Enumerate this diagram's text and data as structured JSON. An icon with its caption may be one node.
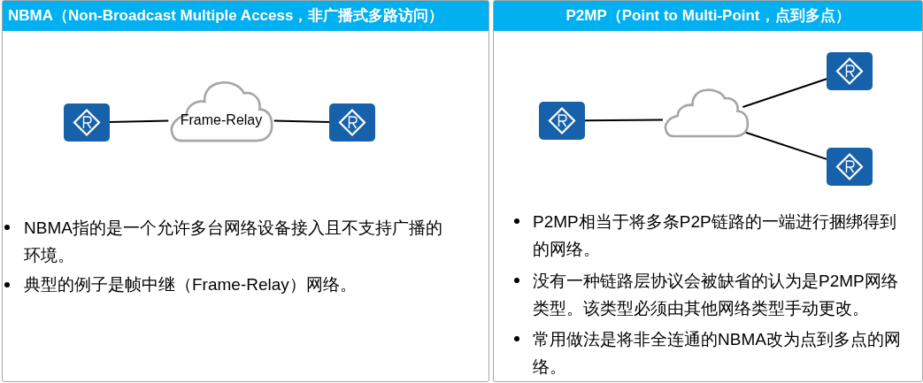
{
  "diagram": {
    "nodes": [
      {
        "text": [
          "NBMA（Non-Broadcast Multiple Access，非广播式多路访问）",
          "NBMA指的是一个允许多台网络设备接入且不支持广播的环境。",
          "典型的例子是帧中继（Frame-Relay）网络。"
        ]
      },
      {
        "text": [],
        "shape": "picture",
        "in": 0
      },
      {
        "text": [
          "Frame-Relay"
        ],
        "in": 0
      },
      {
        "text": [],
        "shape": "picture",
        "in": 0
      },
      {
        "text": [
          "P2MP（Point to Multi-Point，点到多点）",
          "P2MP相当于将多条P2P链路的一端进行捆绑得到的网络。",
          "没有一种链路层协议会被缺省的认为是P2MP网络类型。该类型必须由其他网络类型手动更改。",
          "常用做法是将非全连通的NBMA改为点到多点的网络。"
        ]
      },
      {
        "text": [],
        "shape": "picture",
        "in": 4
      },
      {
        "text": [],
        "shape": "cloud",
        "in": 4
      },
      {
        "text": [],
        "shape": "picture",
        "in": 4
      },
      {
        "text": [],
        "shape": "picture",
        "in": 4
      }
    ],
    "edges": [
      {
        "from": 1,
        "to": 2,
        "arrow": "none"
      },
      {
        "from": 2,
        "to": 3,
        "arrow": "none"
      },
      {
        "from": 5,
        "to": 6,
        "arrow": "none"
      },
      {
        "from": 6,
        "to": 7,
        "arrow": "none"
      },
      {
        "from": 6,
        "to": 8,
        "arrow": "none"
      }
    ]
  }
}
